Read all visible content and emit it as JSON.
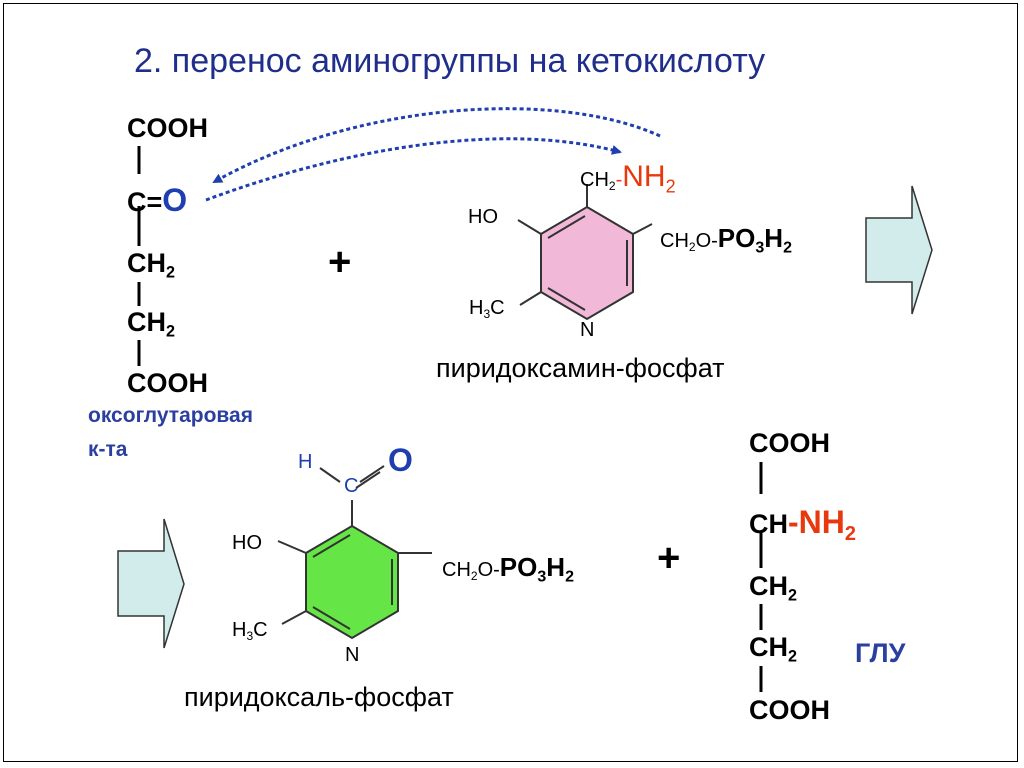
{
  "title": "2.  перенос аминогруппы на кетокислоту",
  "colors": {
    "title_color": "#1f2e8a",
    "amino_color": "#e8380d",
    "oxygen_color": "#1f3fb0",
    "arrow_color": "#1f3fb0",
    "pyridoxamine_ring_fill": "#f2b8d8",
    "pyridoxal_ring_fill": "#66e646",
    "block_arrow_fill": "#d2ecec"
  },
  "oxoglutarate": {
    "cooh_top": "COOH",
    "carbon": "C=",
    "oxygen": "O",
    "ch2_a": "CH",
    "ch2_b": "CH",
    "sub_2": "2",
    "cooh_bottom": "COOH",
    "name_line1": "оксоглутаровая",
    "name_line2": "к-та"
  },
  "pyridoxamine": {
    "ch2": "CH",
    "sub_2": "2",
    "dash": "-",
    "nh": "NH",
    "ho": "HO",
    "h3c_h": "H",
    "h3c_3": "3",
    "h3c_c": "C",
    "n": "N",
    "ch2o": "CH",
    "o_dash": "O-",
    "po": "PO",
    "sub_3": "3",
    "h": "H",
    "caption": "пиридоксамин-фосфат"
  },
  "pyridoxal": {
    "h": "H",
    "c": "C",
    "o": "O",
    "ho": "HO",
    "h3c_h": "H",
    "h3c_3": "3",
    "h3c_c": "C",
    "n": "N",
    "ch2o": "CH",
    "sub_2": "2",
    "o_dash": "O-",
    "po": "PO",
    "sub_3": "3",
    "h2": "H",
    "caption": "пиридоксаль-фосфат"
  },
  "glutamate": {
    "cooh_top": "COOH",
    "ch": "CH",
    "dash": "-",
    "nh": "NH",
    "sub_2": "2",
    "ch2_a": "CH",
    "ch2_b": "CH",
    "cooh_bottom": "COOH",
    "name": "ГЛУ"
  },
  "operators": {
    "plus_top": "+",
    "plus_bottom": "+"
  }
}
